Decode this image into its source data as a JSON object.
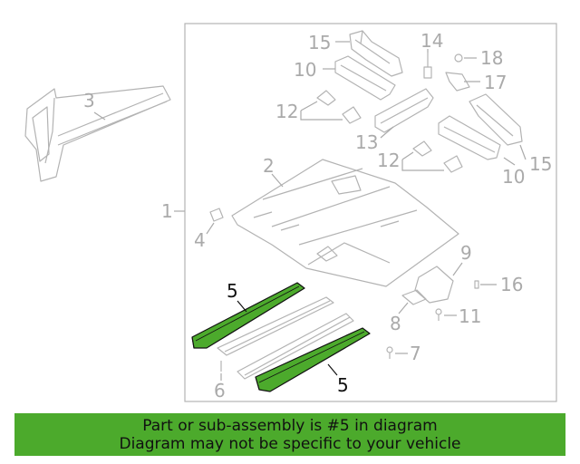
{
  "diagram": {
    "callouts": {
      "c1": "1",
      "c2": "2",
      "c3": "3",
      "c4": "4",
      "c5a": "5",
      "c5b": "5",
      "c6": "6",
      "c7": "7",
      "c8": "8",
      "c9": "9",
      "c10a": "10",
      "c10b": "10",
      "c11": "11",
      "c12a": "12",
      "c12b": "12",
      "c13": "13",
      "c14": "14",
      "c15a": "15",
      "c15b": "15",
      "c16": "16",
      "c17": "17",
      "c18": "18"
    },
    "highlight_color": "#4caa2c",
    "line_color": "#b3b3b3"
  },
  "banner": {
    "line1": "Part or sub-assembly is #5 in diagram",
    "line2": "Diagram may not be specific to your vehicle",
    "background": "#4caa2c"
  }
}
